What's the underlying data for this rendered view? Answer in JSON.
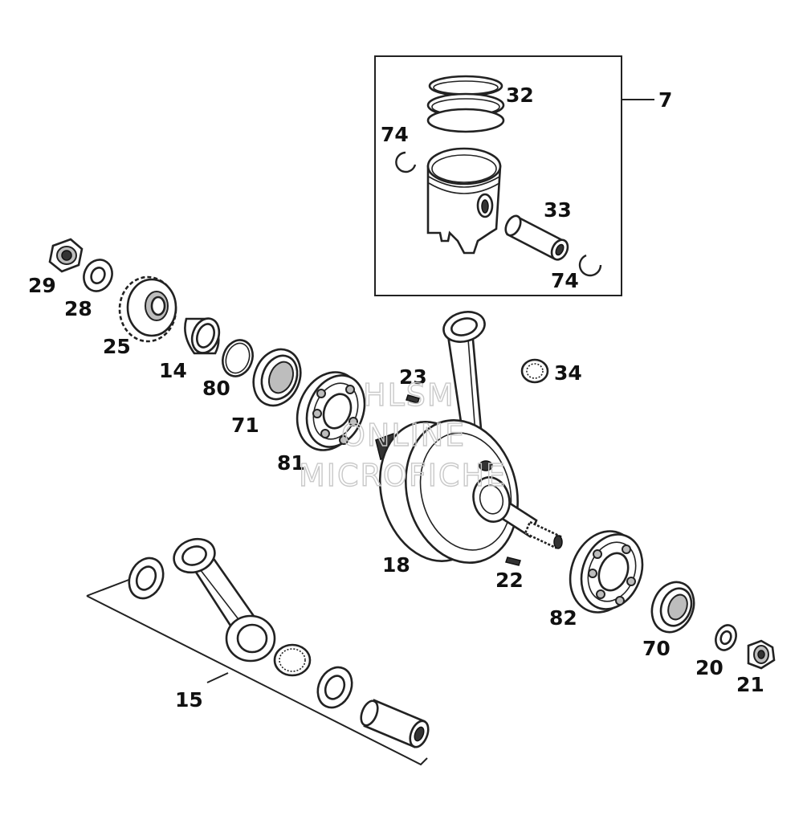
{
  "labels": {
    "l7": "7",
    "l32": "32",
    "l74a": "74",
    "l33": "33",
    "l74b": "74",
    "l29": "29",
    "l28": "28",
    "l25": "25",
    "l14": "14",
    "l80": "80",
    "l71": "71",
    "l81": "81",
    "l23": "23",
    "l34": "34",
    "l18": "18",
    "l22": "22",
    "l82": "82",
    "l70": "70",
    "l20": "20",
    "l21": "21",
    "l15": "15"
  },
  "watermark": {
    "line1": "HLSM",
    "line2": "ONLINE",
    "line3": "MICROFICHE"
  }
}
